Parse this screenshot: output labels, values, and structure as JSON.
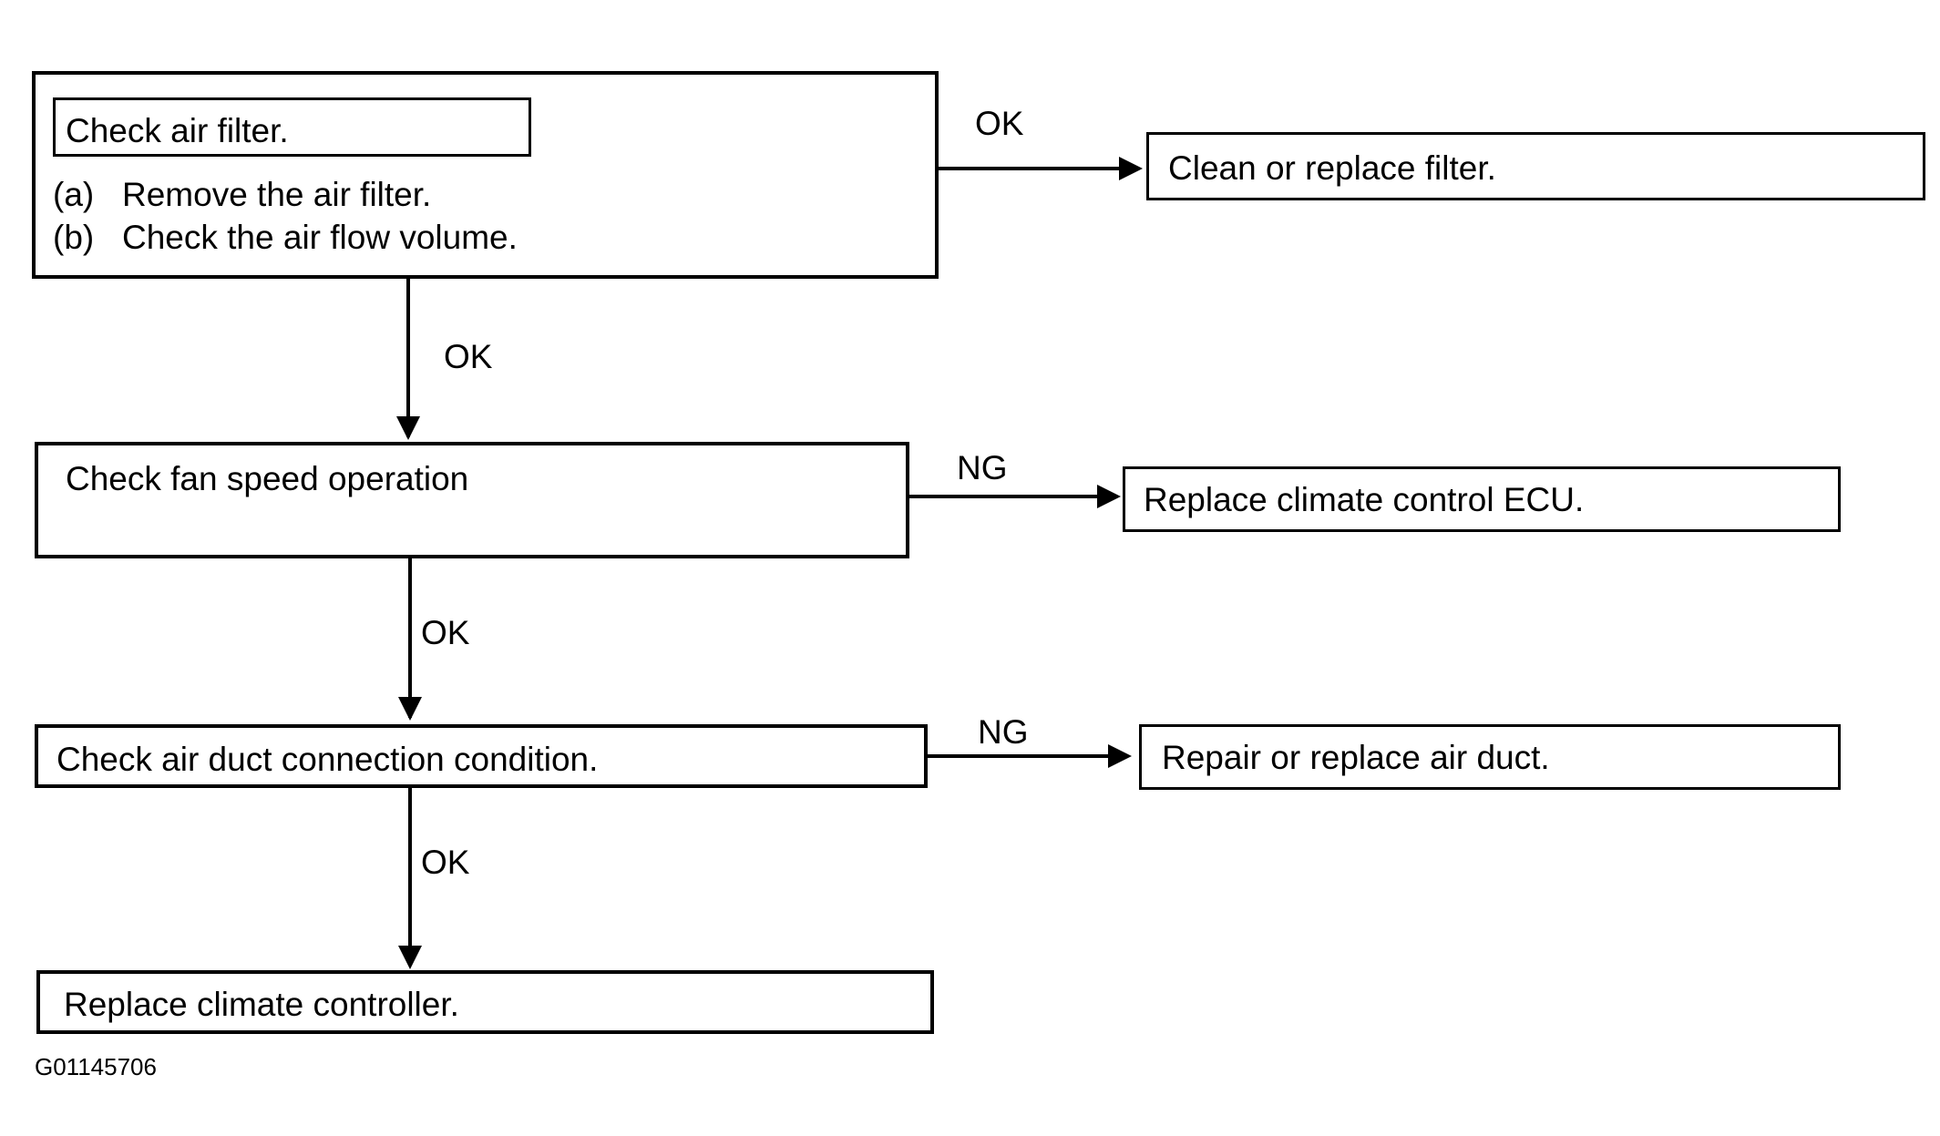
{
  "figure": {
    "code": "G01145706",
    "type": "troubleshooting-flowchart",
    "colors": {
      "line": "#000000",
      "background": "#ffffff",
      "text": "#000000"
    }
  },
  "nodes": [
    {
      "id": "check-air-filter",
      "title": "Check air filter.",
      "steps": [
        {
          "label": "(a)",
          "text": "Remove the air filter."
        },
        {
          "label": "(b)",
          "text": "Check the air flow volume."
        }
      ]
    },
    {
      "id": "clean-or-replace-filter",
      "title": "Clean or replace filter."
    },
    {
      "id": "check-fan-speed-operation",
      "title": "Check fan speed operation"
    },
    {
      "id": "replace-climate-control-ecu",
      "title": "Replace climate control ECU."
    },
    {
      "id": "check-air-duct-connection",
      "title": "Check air duct connection condition."
    },
    {
      "id": "repair-or-replace-air-duct",
      "title": "Repair or replace air duct."
    },
    {
      "id": "replace-climate-controller",
      "title": "Replace climate controller."
    }
  ],
  "edges": [
    {
      "id": "e1",
      "from": "check-air-filter",
      "to": "clean-or-replace-filter",
      "label": "OK",
      "direction": "right"
    },
    {
      "id": "e2",
      "from": "check-air-filter",
      "to": "check-fan-speed-operation",
      "label": "OK",
      "direction": "down"
    },
    {
      "id": "e3",
      "from": "check-fan-speed-operation",
      "to": "replace-climate-control-ecu",
      "label": "NG",
      "direction": "right"
    },
    {
      "id": "e4",
      "from": "check-fan-speed-operation",
      "to": "check-air-duct-connection",
      "label": "OK",
      "direction": "down"
    },
    {
      "id": "e5",
      "from": "check-air-duct-connection",
      "to": "repair-or-replace-air-duct",
      "label": "NG",
      "direction": "right"
    },
    {
      "id": "e6",
      "from": "check-air-duct-connection",
      "to": "replace-climate-controller",
      "label": "OK",
      "direction": "down"
    }
  ]
}
